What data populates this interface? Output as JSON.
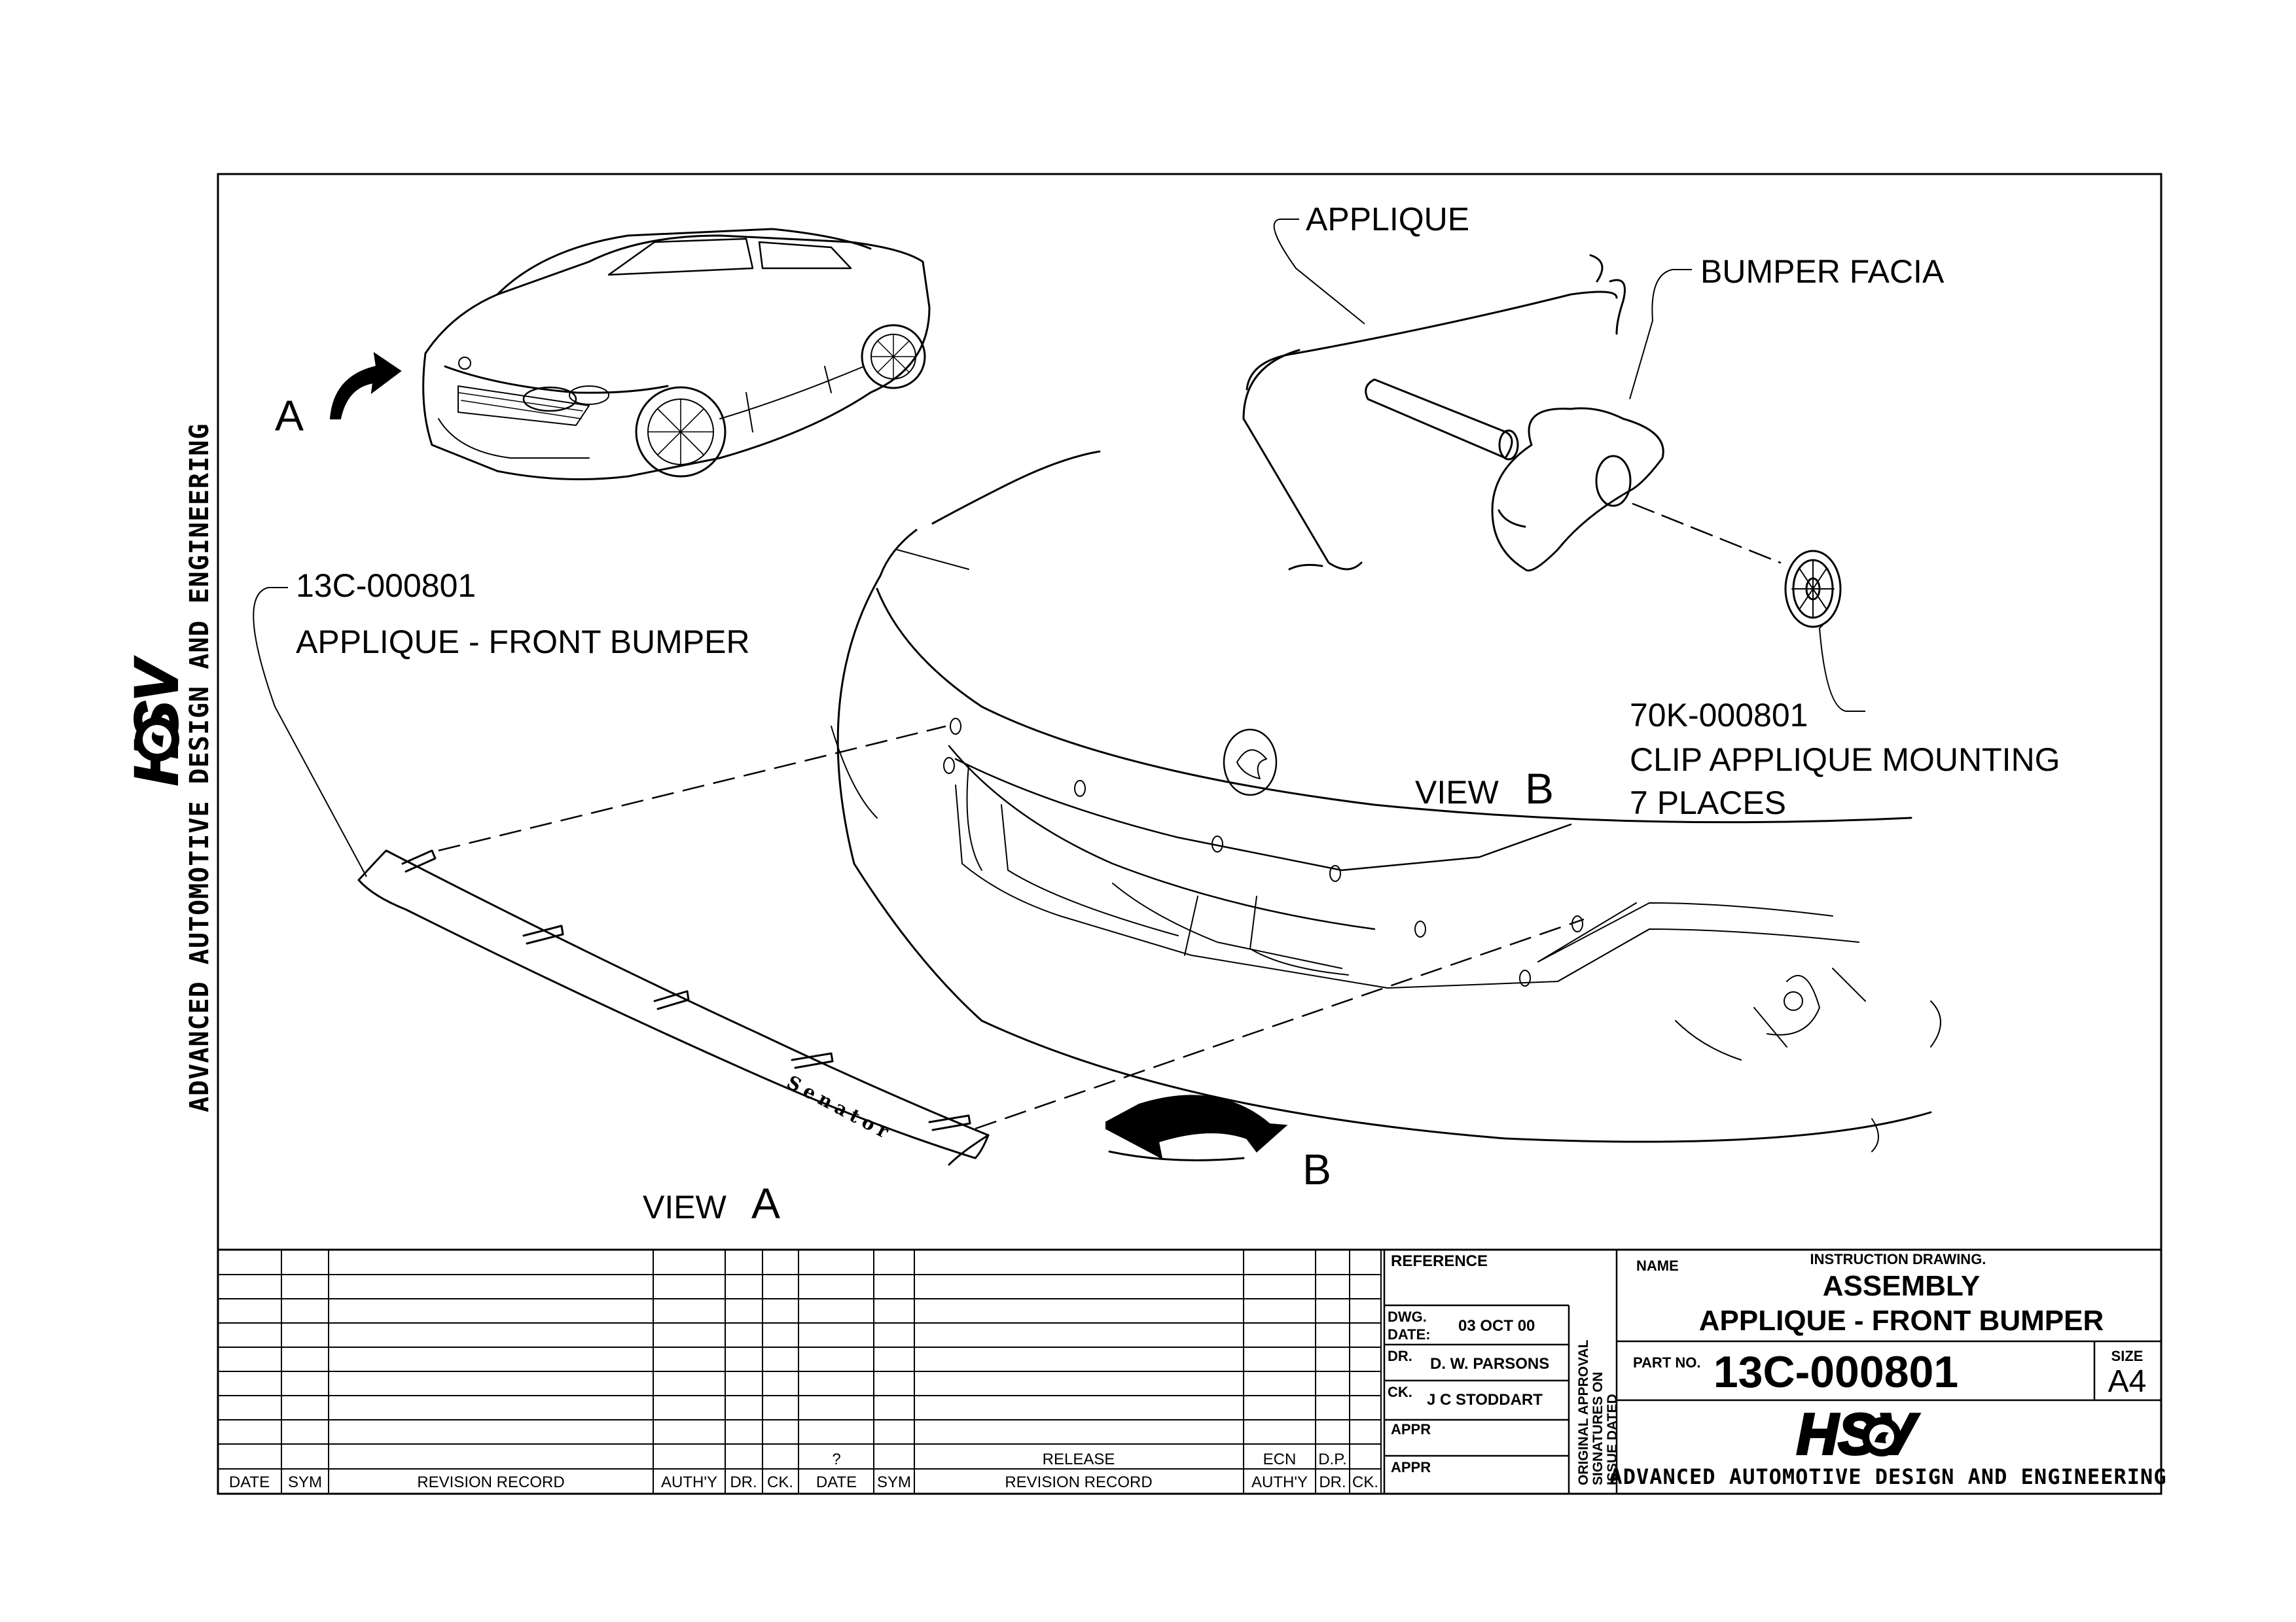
{
  "side_title": "ADVANCED AUTOMOTIVE DESIGN AND ENGINEERING",
  "logo": {
    "text": "HSV"
  },
  "views": {
    "arrow_a_letter": "A",
    "arrow_b_letter": "B",
    "view_a_prefix": "VIEW",
    "view_a_letter": "A",
    "view_b_prefix": "VIEW",
    "view_b_letter": "B"
  },
  "callouts": {
    "part_number": "13C-000801",
    "part_name": "APPLIQUE - FRONT BUMPER",
    "applique": "APPLIQUE",
    "bumper_facia": "BUMPER FACIA",
    "clip_number": "70K-000801",
    "clip_name": "CLIP APPLIQUE MOUNTING",
    "clip_qty": "7 PLACES"
  },
  "badge_text": "Senator",
  "revision_table": {
    "headers_left": [
      "DATE",
      "SYM",
      "REVISION RECORD",
      "AUTH'Y",
      "DR.",
      "CK."
    ],
    "headers_right": [
      "DATE",
      "SYM",
      "REVISION RECORD",
      "AUTH'Y",
      "DR.",
      "CK."
    ],
    "upper_right_labels": {
      "date_mark": "?",
      "release": "RELEASE",
      "ecn": "ECN",
      "dp": "D.P."
    }
  },
  "title_block": {
    "reference_label": "REFERENCE",
    "dwg_date_label": "DWG.\nDATE:",
    "dwg_date": "03 OCT 00",
    "dr_label": "DR.",
    "dr_name": "D. W. PARSONS",
    "ck_label": "CK.",
    "ck_name": "J C STODDART",
    "appr_label_1": "APPR",
    "appr_label_2": "APPR",
    "approval_note": [
      "ORIGINAL APPROVAL",
      "SIGNATURES ON",
      "ISSUE DATED"
    ],
    "name_label": "NAME",
    "doc_type": "INSTRUCTION DRAWING.",
    "title_line1": "ASSEMBLY",
    "title_line2": "APPLIQUE - FRONT BUMPER",
    "part_no_label": "PART NO.",
    "part_no": "13C-000801",
    "size_label": "SIZE",
    "size_value": "A4",
    "company": "ADVANCED AUTOMOTIVE DESIGN AND ENGINEERING"
  }
}
